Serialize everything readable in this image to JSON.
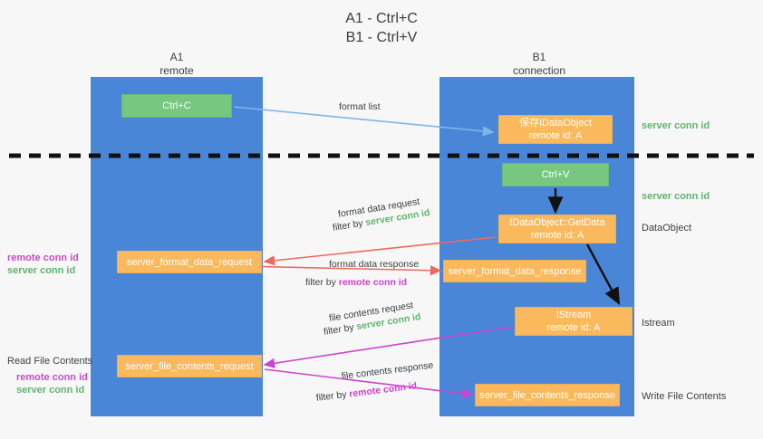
{
  "title": {
    "line1": "A1 - Ctrl+C",
    "line2": "B1 - Ctrl+V"
  },
  "lanes": [
    {
      "id": "a1",
      "name": "A1",
      "subtitle": "remote",
      "color": "#4a86d8"
    },
    {
      "id": "b1",
      "name": "B1",
      "subtitle": "connection",
      "color": "#4a86d8"
    }
  ],
  "colors": {
    "lane_blue": "#4a86d8",
    "node_green": "#77c780",
    "node_orange": "#fbb95e",
    "server_conn_green": "#5fb56b",
    "remote_conn_magenta": "#c44ec4",
    "arrow_lightblue": "#7eb6e8",
    "arrow_red": "#ea6a5e",
    "arrow_magenta": "#cc44cc",
    "arrow_black": "#111111",
    "background": "#f7f7f7"
  },
  "nodes": {
    "ctrl_c": {
      "label": "Ctrl+C",
      "style": "green"
    },
    "ctrl_v": {
      "label": "Ctrl+V",
      "style": "green"
    },
    "save_idataobject": {
      "label": "保存IDataObject",
      "sub": "remote id: A",
      "style": "orange"
    },
    "getdata": {
      "label": "IDataObject::GetData",
      "sub": "remote id: A",
      "style": "orange"
    },
    "istream": {
      "label": "IStream",
      "sub": "remote id: A",
      "style": "orange"
    },
    "server_format_data_request": {
      "label": "server_format_data_request",
      "style": "orange"
    },
    "server_format_data_response": {
      "label": "server_format_data_response",
      "style": "orange"
    },
    "server_file_contents_request": {
      "label": "server_file_contents_request",
      "style": "orange"
    },
    "server_file_contents_response": {
      "label": "server_file_contents_response",
      "style": "orange"
    }
  },
  "edge_labels": {
    "format_list": "format list",
    "format_data_request": "format data request",
    "format_data_request_filter_prefix": "filter by ",
    "format_data_request_filter_value": "server conn id",
    "format_data_response": "format data response",
    "format_data_response_filter_prefix": "filter by ",
    "format_data_response_filter_value": "remote conn id",
    "file_contents_request": "file contents request",
    "file_contents_request_filter_prefix": "filter by ",
    "file_contents_request_filter_value": "server conn id",
    "file_contents_response": "file contents response",
    "file_contents_response_filter_prefix": "filter by ",
    "file_contents_response_filter_value": "remote conn id"
  },
  "annotations": {
    "right": {
      "server_conn_id_top": "server conn id",
      "server_conn_id_mid": "server conn id",
      "dataobject": "DataObject",
      "istream": "Istream",
      "write_file_contents": "Write File Contents"
    },
    "left": {
      "remote_conn_id_1": "remote conn id",
      "server_conn_id_1": "server conn id",
      "read_file_contents": "Read File Contents",
      "remote_conn_id_2": "remote conn id",
      "server_conn_id_2": "server conn id"
    }
  },
  "divider": {
    "name": "dashed-separator",
    "style": "dashed",
    "color": "#111111"
  }
}
